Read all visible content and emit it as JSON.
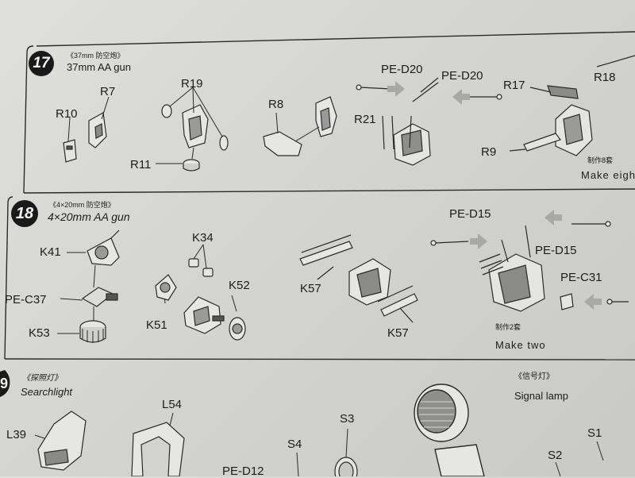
{
  "step17": {
    "number": "17",
    "title_cn": "《37mm 防空炮》",
    "title_en": "37mm AA gun",
    "parts": {
      "r10": "R10",
      "r7": "R7",
      "r19": "R19",
      "r11": "R11",
      "r8": "R8",
      "pe_d20_a": "PE-D20",
      "pe_d20_b": "PE-D20",
      "r21": "R21",
      "r17": "R17",
      "r18": "R18",
      "r9": "R9"
    },
    "make_cn": "制作8套",
    "make_en": "Make eigh"
  },
  "step18": {
    "number": "18",
    "title_cn": "《4×20mm 防空炮》",
    "title_en": "4×20mm AA gun",
    "parts": {
      "k41": "K41",
      "pe_c37": "PE-C37",
      "k53": "K53",
      "k34": "K34",
      "k51": "K51",
      "k52": "K52",
      "k57_a": "K57",
      "k57_b": "K57",
      "pe_d15_a": "PE-D15",
      "pe_d15_b": "PE-D15",
      "pe_c31": "PE-C31"
    },
    "make_cn": "制作2套",
    "make_en": "Make two"
  },
  "step19": {
    "number": "9",
    "title_cn": "《探照灯》",
    "title_en": "Searchlight",
    "signal_cn": "《信号灯》",
    "signal_en": "Signal lamp",
    "parts": {
      "l54": "L54",
      "l39": "L39",
      "s3": "S3",
      "s4": "S4",
      "pe_d12": "PE-D12",
      "s1": "S1",
      "s2": "S2"
    }
  },
  "colors": {
    "paper": "#d6d6d2",
    "ink": "#1a1a1a",
    "arrow": "#9a9a96"
  }
}
